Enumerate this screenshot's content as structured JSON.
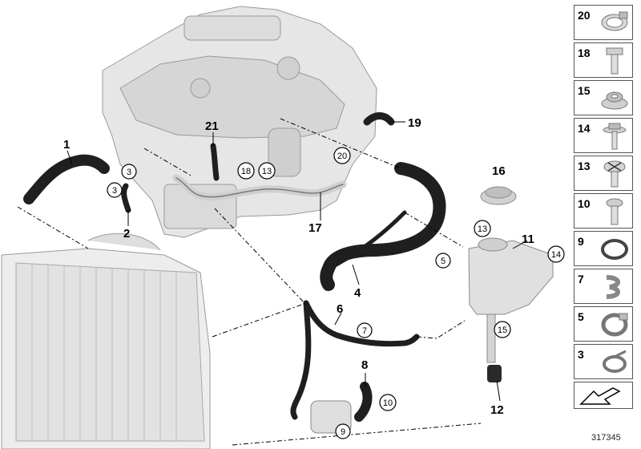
{
  "callouts": {
    "c1": "1",
    "c2": "2",
    "c3a": "3",
    "c3b": "3",
    "c4": "4",
    "c5": "5",
    "c6": "6",
    "c7": "7",
    "c8": "8",
    "c9": "9",
    "c10": "10",
    "c11": "11",
    "c12": "12",
    "c13a": "13",
    "c13b": "13",
    "c14": "14",
    "c15": "15",
    "c16": "16",
    "c17": "17",
    "c18": "18",
    "c19": "19",
    "c20": "20",
    "c21": "21"
  },
  "legend": [
    {
      "number": "20",
      "icon": "hose-clamp-icon"
    },
    {
      "number": "18",
      "icon": "bolt-icon"
    },
    {
      "number": "15",
      "icon": "rubber-mount-icon"
    },
    {
      "number": "14",
      "icon": "collar-screw-icon"
    },
    {
      "number": "13",
      "icon": "filler-screw-icon"
    },
    {
      "number": "10",
      "icon": "torx-screw-icon"
    },
    {
      "number": "9",
      "icon": "o-ring-icon"
    },
    {
      "number": "7",
      "icon": "spring-clip-icon"
    },
    {
      "number": "5",
      "icon": "clamp-icon"
    },
    {
      "number": "3",
      "icon": "hose-clip-icon"
    }
  ],
  "reference_number": "317345",
  "colors": {
    "hose": "#1f1f1f",
    "part": "#d9d9d9",
    "outline": "#8a8a8a",
    "leader": "#000000"
  }
}
